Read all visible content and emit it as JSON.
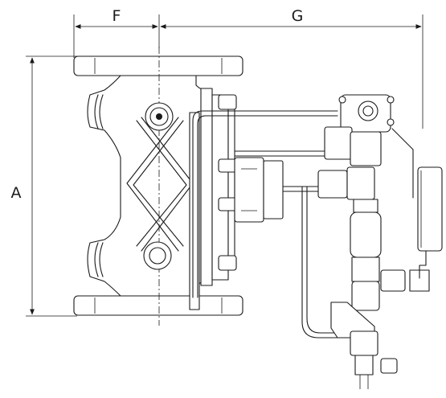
{
  "drawing": {
    "dimensions": [
      {
        "id": "F",
        "label": "F"
      },
      {
        "id": "G",
        "label": "G"
      },
      {
        "id": "A",
        "label": "A"
      }
    ],
    "line_color": "#1a1a1a",
    "background": "#ffffff"
  }
}
